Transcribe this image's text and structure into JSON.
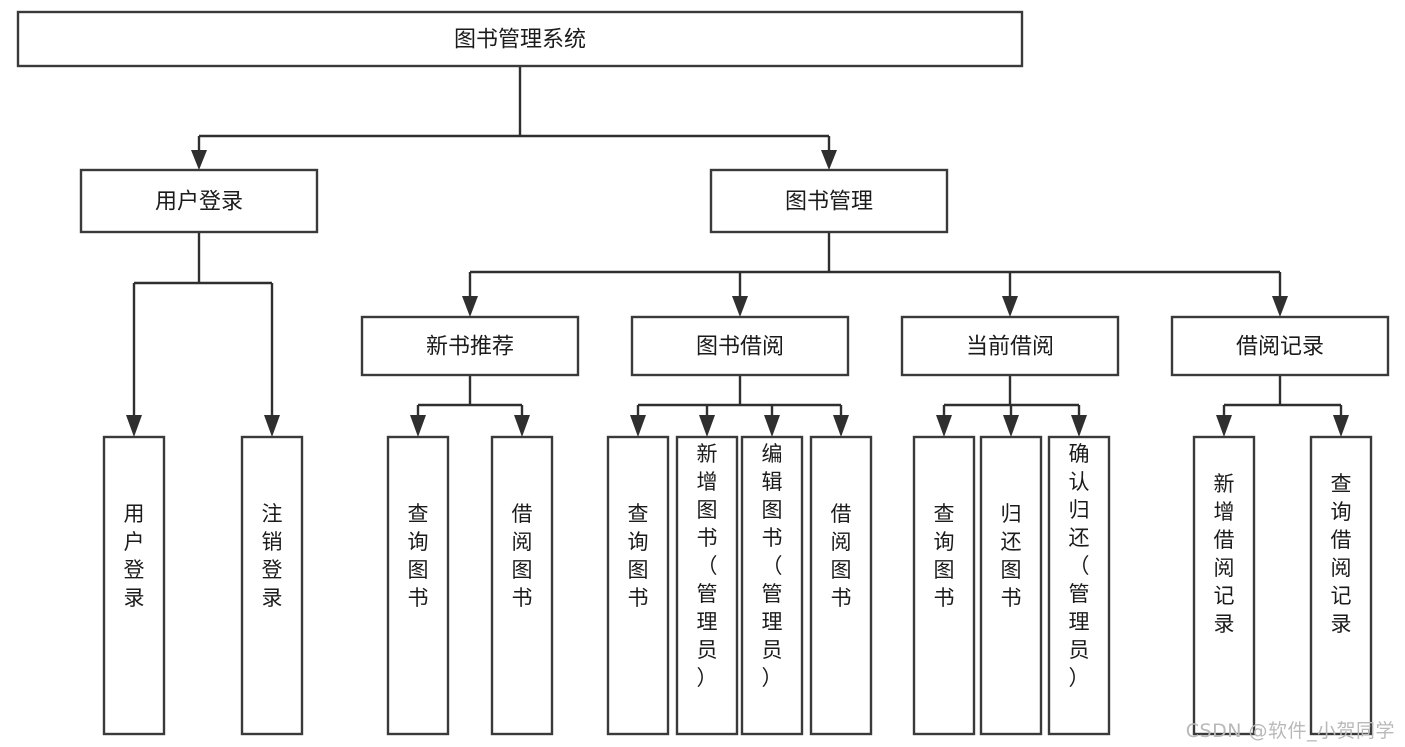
{
  "diagram": {
    "type": "tree-hierarchy-chart",
    "title": "图书管理系统",
    "watermark": "CSDN @软件_小贺同学",
    "levels": {
      "root": {
        "label": "图书管理系统"
      },
      "level2": [
        {
          "id": "user-login",
          "label": "用户登录"
        },
        {
          "id": "book-management",
          "label": "图书管理"
        }
      ],
      "level3": [
        {
          "id": "new-book-recommend",
          "label": "新书推荐",
          "parent": "book-management"
        },
        {
          "id": "book-borrow",
          "label": "图书借阅",
          "parent": "book-management"
        },
        {
          "id": "current-borrow",
          "label": "当前借阅",
          "parent": "book-management"
        },
        {
          "id": "borrow-record",
          "label": "借阅记录",
          "parent": "book-management"
        }
      ],
      "leaves": [
        {
          "id": "leaf-user-login",
          "label": "用户登录",
          "parent": "user-login"
        },
        {
          "id": "leaf-logout-login",
          "label": "注销登录",
          "parent": "user-login"
        },
        {
          "id": "leaf-query-book-1",
          "label": "查询图书",
          "parent": "new-book-recommend"
        },
        {
          "id": "leaf-borrow-book-1",
          "label": "借阅图书",
          "parent": "new-book-recommend"
        },
        {
          "id": "leaf-query-book-2",
          "label": "查询图书",
          "parent": "book-borrow"
        },
        {
          "id": "leaf-add-book",
          "label": "新增图书（管理员）",
          "parent": "book-borrow"
        },
        {
          "id": "leaf-edit-book",
          "label": "编辑图书（管理员）",
          "parent": "book-borrow"
        },
        {
          "id": "leaf-borrow-book-2",
          "label": "借阅图书",
          "parent": "book-borrow"
        },
        {
          "id": "leaf-query-book-3",
          "label": "查询图书",
          "parent": "current-borrow"
        },
        {
          "id": "leaf-return-book",
          "label": "归还图书",
          "parent": "current-borrow"
        },
        {
          "id": "leaf-confirm-return",
          "label": "确认归还（管理员）",
          "parent": "current-borrow"
        },
        {
          "id": "leaf-add-record",
          "label": "新增借阅记录",
          "parent": "borrow-record"
        },
        {
          "id": "leaf-query-record",
          "label": "查询借阅记录",
          "parent": "borrow-record"
        }
      ]
    },
    "colors": {
      "box_stroke": "#3a3a3a",
      "box_fill": "#ffffff",
      "connector": "#2f2f2f",
      "text": "#1b1b1b",
      "watermark": "#b9b9b9",
      "background": "#ffffff"
    }
  }
}
